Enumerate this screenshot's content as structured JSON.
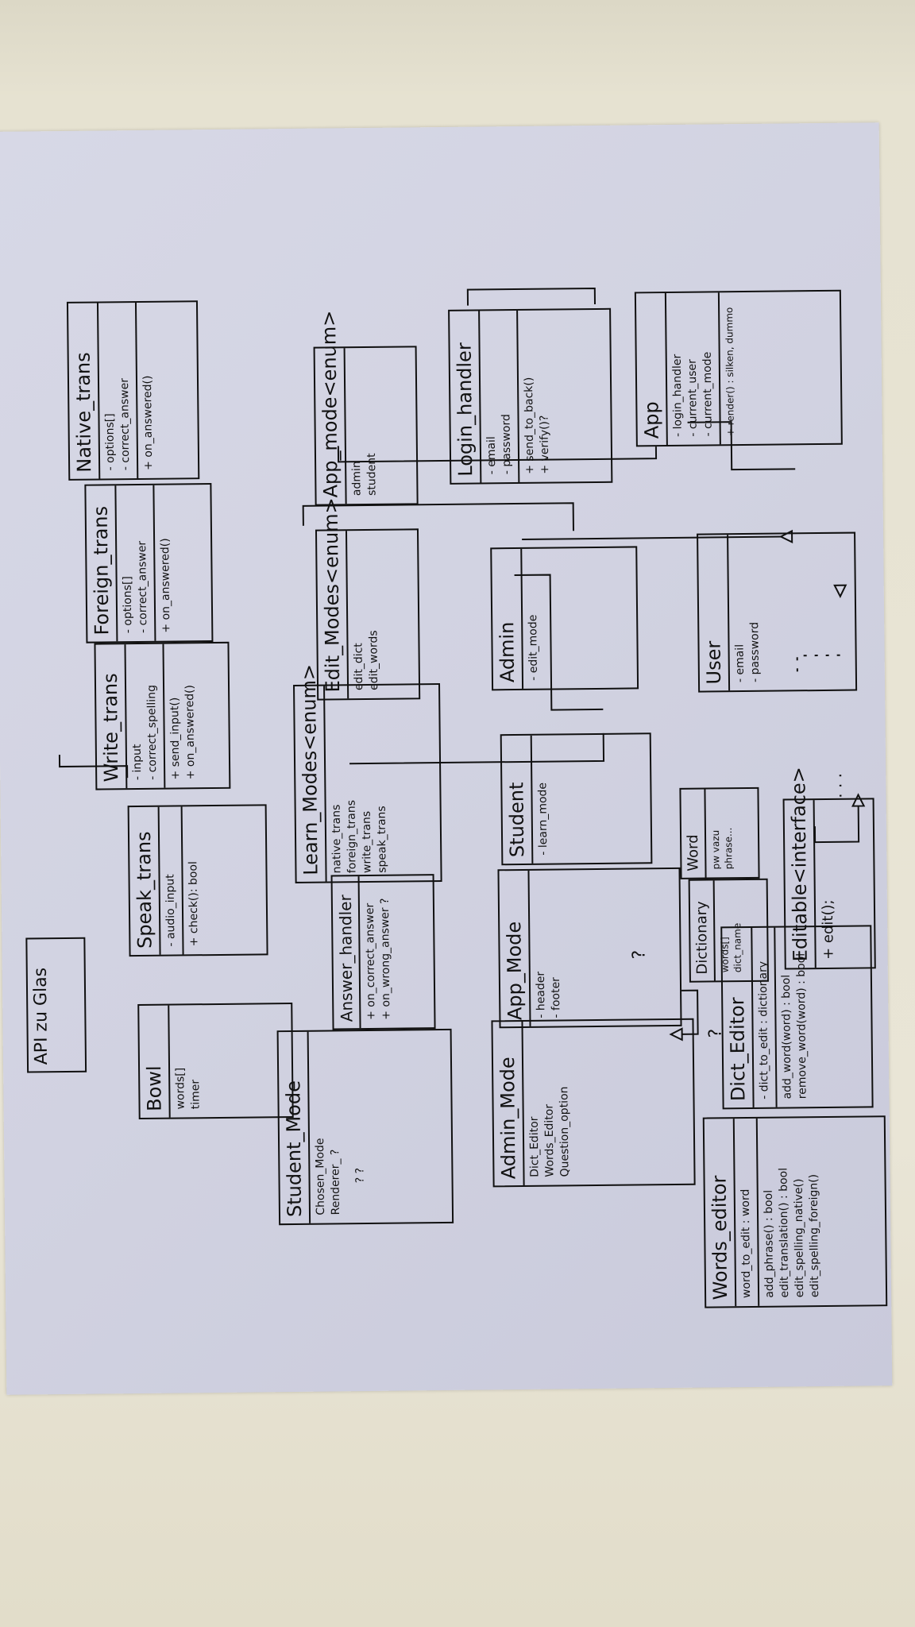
{
  "classes": {
    "native_trans": {
      "title": "Native_trans",
      "attrs": [
        "- options[]",
        "- correct_answer"
      ],
      "ops": [
        "+ on_answered()"
      ]
    },
    "foreign_trans": {
      "title": "Foreign_trans",
      "attrs": [
        "- options[]",
        "- correct_answer"
      ],
      "ops": [
        "+ on_answered()"
      ]
    },
    "write_trans": {
      "title": "Write_trans",
      "attrs": [
        "- input",
        "- correct_spelling"
      ],
      "ops": [
        "+ send_input()",
        "+ on_answered()"
      ]
    },
    "speak_trans": {
      "title": "Speak_trans",
      "attrs": [
        "- audio_input"
      ],
      "ops": [
        "+ check(): bool"
      ]
    },
    "api": {
      "title": "API zu Glas"
    },
    "bowl": {
      "title": "Bowl",
      "attrs": [
        "words[]",
        "timer"
      ]
    },
    "app_mode_enum": {
      "title": "App_mode<enum>",
      "attrs": [
        "admin",
        "student"
      ]
    },
    "login_handler": {
      "title": "Login_handler",
      "attrs": [
        "- email",
        "- password"
      ],
      "ops": [
        "+ send_to_back()",
        "+ verify()?"
      ]
    },
    "edit_modes": {
      "title": "Edit_Modes<enum>",
      "attrs": [
        "edit_dict",
        "edit_words"
      ]
    },
    "learn_modes": {
      "title": "Learn_Modes<enum>",
      "attrs": [
        "native_trans",
        "foreign_trans",
        "write_trans",
        "speak_trans"
      ]
    },
    "answer_handler": {
      "title": "Answer_handler",
      "ops": [
        "+ on_correct_answer",
        "+ on_wrong_answer ?"
      ]
    },
    "student_mode": {
      "title": "Student_Mode",
      "attrs": [
        "Chosen_Mode",
        "Renderer_ ?"
      ],
      "ops": [
        "? ?"
      ]
    },
    "app": {
      "title": "App",
      "attrs": [
        "- login_handler",
        "- current_user",
        "- current_mode"
      ],
      "ops": [
        "+ render() : silken, dummo"
      ]
    },
    "admin": {
      "title": "Admin",
      "attrs": [
        "- edit_mode"
      ]
    },
    "student": {
      "title": "Student",
      "attrs": [
        "- learn_mode"
      ]
    },
    "app_mode": {
      "title": "App_Mode",
      "attrs": [
        "- header",
        "- footer"
      ]
    },
    "admin_mode": {
      "title": "Admin_Mode",
      "attrs": [
        "Dict_Editor",
        "Words_Editor",
        "Question_option"
      ]
    },
    "user": {
      "title": "User",
      "attrs": [
        "- email",
        "- password"
      ]
    },
    "word": {
      "title": "Word",
      "attrs": [
        "pw vazu",
        "phrase..."
      ]
    },
    "dictionary": {
      "title": "Dictionary",
      "attrs": [
        "words[]",
        "dict_name"
      ]
    },
    "editable": {
      "title": "Editable<interface>",
      "ops": [
        "+ edit();"
      ]
    },
    "dict_editor": {
      "title": "Dict_Editor",
      "attrs": [
        "- dict_to_edit : dictionary"
      ],
      "ops": [
        "add_word(word) : bool",
        "remove_word(word) : bool"
      ]
    },
    "words_editor": {
      "title": "Words_editor",
      "attrs": [
        "word_to_edit : word"
      ],
      "ops": [
        "add_phrase() : bool",
        "edit_translation() : bool",
        "edit_spelling_native()",
        "edit_spelling_foreign()"
      ]
    }
  },
  "notes": {
    "app_mode_q": "?",
    "admin_mode_q": "?",
    "dots": ". . ."
  },
  "colors": {
    "ink": "#111111",
    "paper": "#d4d5e3",
    "background": "#e6e2d1"
  }
}
